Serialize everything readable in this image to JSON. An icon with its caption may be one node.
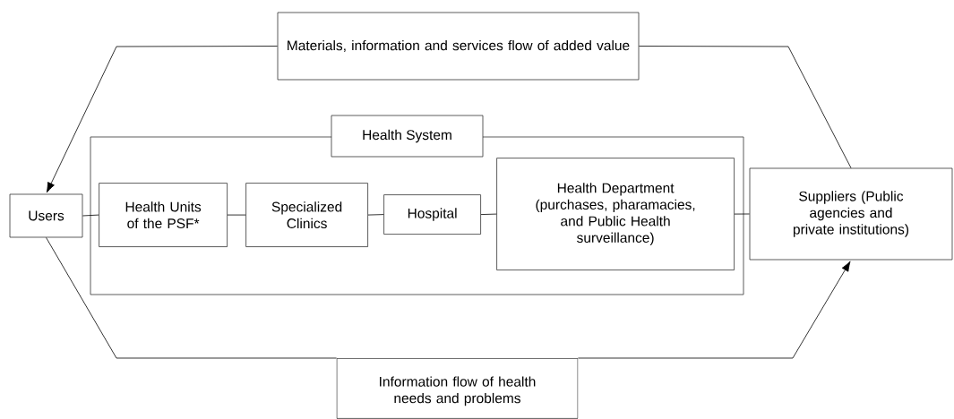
{
  "diagram": {
    "nodes": [
      {
        "text": [
          "Materials, information and services flow of added value"
        ]
      },
      {
        "text": [
          "Users"
        ]
      },
      {
        "text": [
          "Health System"
        ]
      },
      {
        "text": [
          "Health Units of the PSF*"
        ],
        "in": 2
      },
      {
        "text": [
          "Specialized Clinics"
        ],
        "in": 2
      },
      {
        "text": [
          "Hospital"
        ],
        "in": 2
      },
      {
        "text": [
          "Health Department (purchases, pharamacies, and Public Health surveillance)"
        ],
        "in": 2
      },
      {
        "text": [
          "Suppliers (Public agencies and private institutions)"
        ]
      },
      {
        "text": [
          "Information flow of health needs and problems"
        ]
      }
    ],
    "edges": [
      {
        "from": 7,
        "to": 0,
        "arrow": "none"
      },
      {
        "from": 0,
        "to": 1,
        "arrow": "to"
      },
      {
        "from": 1,
        "to": 8,
        "arrow": "none"
      },
      {
        "from": 8,
        "to": 7,
        "arrow": "to"
      },
      {
        "from": 1,
        "to": 3,
        "arrow": "none"
      },
      {
        "from": 3,
        "to": 4,
        "arrow": "none"
      },
      {
        "from": 4,
        "to": 5,
        "arrow": "none"
      },
      {
        "from": 5,
        "to": 6,
        "arrow": "none"
      },
      {
        "from": 6,
        "to": 7,
        "arrow": "none"
      }
    ]
  }
}
